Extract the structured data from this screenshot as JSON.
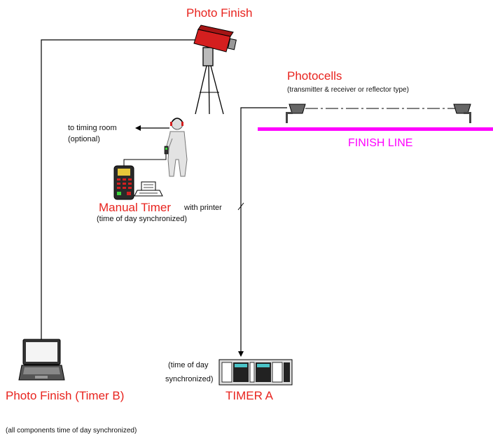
{
  "labels": {
    "photo_finish_camera": "Photo Finish",
    "photocells": "Photocells",
    "photocells_note": "(transmitter & receiver or reflector type)",
    "to_timing_room": "to timing room",
    "optional": "(optional)",
    "finish_line": "FINISH LINE",
    "manual_timer": "Manual Timer",
    "with_printer": "with printer",
    "manual_timer_sync": "(time of day synchronized)",
    "timer_a_sync_1": "(time of day",
    "timer_a_sync_2": "synchronized)",
    "photo_finish_timer_b": "Photo Finish (Timer B)",
    "timer_a": "TIMER A",
    "footer_note": "(all components time of day synchronized)"
  },
  "colors": {
    "label_red": "#e8231e",
    "finish_line": "#ff00ff",
    "camera_body": "#d41f1f",
    "line": "#000000",
    "equipment_gray": "#666666",
    "display_cyan": "#49c3c7"
  },
  "icons": [
    "camera-icon",
    "tripod-icon",
    "headset-icon",
    "person-icon",
    "handheld-timer-icon",
    "printer-icon",
    "photocell-icon",
    "laptop-icon",
    "rack-timer-icon"
  ]
}
